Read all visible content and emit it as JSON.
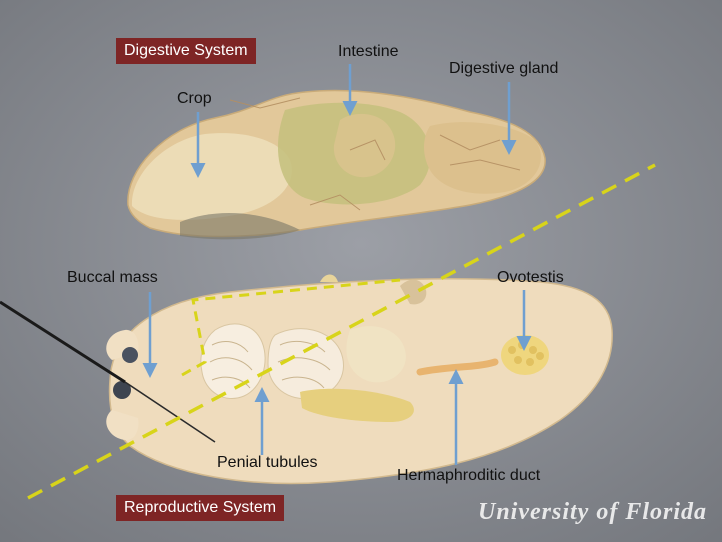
{
  "sections": {
    "digestive": "Digestive System",
    "reproductive": "Reproductive System"
  },
  "labels": {
    "crop": "Crop",
    "intestine": "Intestine",
    "digestive_gland": "Digestive gland",
    "buccal_mass": "Buccal mass",
    "ovotestis": "Ovotestis",
    "penial_tubules": "Penial tubules",
    "hermaphroditic_duct": "Hermaphroditic duct"
  },
  "watermark": "University of Florida",
  "colors": {
    "badge": "#7e2525",
    "arrow": "#6f9fd0",
    "divider": "#d8d41a",
    "background": "#8a8d93"
  }
}
